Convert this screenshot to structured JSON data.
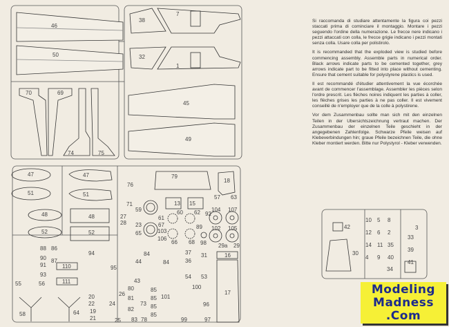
{
  "document": {
    "type": "model kit instruction sheet",
    "instructions": {
      "italian": "Si raccomanda di studiare attentamente la figura coi pezzi staccati prima di cominciare il montaggio. Montare i pezzi seguendo l'ordine della numerazione. Le frecce nere indicano i pezzi attaccati con colla, le frecce grigie indicano i pezzi montati senza colla. Usare colla per polistirolo.",
      "english": "It is recommanded that the exploded view is studied before commencing assembly. Assemble parts in numerical order. Black arrows indicate parts to be cemented together, grey arrows indicate part to be fitted into place without cementing. Ensure that cement suitable for polystyrene plastics is used.",
      "french": "Il est recommandé d'étudier attentivement la vue écorchée avant de commencer l'assemblage. Assembler les pièces selon l'ordre prescrit. Les flèches noires indiquent les parties à coller, les flèches grises les parties à ne pas coller. Il est vivement conseillé de n'employer que de la colle à polystirene.",
      "german": "Vor dem Zusammenbau sollte man sich mit den einzelnen Teilen in der Ubersichtszeichnung vertraut machen. Der Zusammenbau der einzelnen Teile geschieht in der angegebenen Zahlenfolge. Schwarze Pfeile weisen auf Klebeverbindungen hin; graue Pfeile bezeichnen Teile, die ohne Kleber montiert werden. Bitte nur Polystyrol - Kleber verwenden."
    },
    "watermark": {
      "line1": "Modeling",
      "line2": "Madness",
      "line3": ".Com",
      "bg_color": "#f6f036",
      "text_color": "#1c2a8c"
    },
    "part_labels": {
      "p46": "46",
      "p50": "50",
      "p70": "70",
      "p69": "69",
      "p74": "74",
      "p75": "75",
      "p38": "38",
      "p7": "7",
      "p32": "32",
      "p1": "1",
      "p45": "45",
      "p49": "49",
      "p47a": "47",
      "p51a": "51",
      "p48a": "48",
      "p52a": "52",
      "p47b": "47",
      "p51b": "51",
      "p48b": "48",
      "p52b": "52",
      "p76": "76",
      "p71": "71",
      "p79": "79",
      "p18": "18",
      "p13": "13",
      "p15": "15",
      "p57": "57",
      "p63": "63",
      "p59": "59",
      "p27": "27",
      "p28": "28",
      "p23": "23",
      "p65": "65",
      "p61": "61",
      "p67": "67",
      "p103": "103",
      "p106": "106",
      "p60": "60",
      "p62": "62",
      "p92": "92",
      "p89": "89",
      "p66": "66",
      "p68": "68",
      "p98": "98",
      "p104": "104",
      "p107": "107",
      "p102": "102",
      "p105": "105",
      "p88": "88",
      "p90": "90",
      "p91": "91",
      "p93": "93",
      "p86": "86",
      "p87": "87",
      "p110": "110",
      "p111": "111",
      "p94": "94",
      "p95": "95",
      "p55": "55",
      "p56": "56",
      "p58": "58",
      "p64": "64",
      "p20": "20",
      "p22": "22",
      "p19": "19",
      "p21": "21",
      "p26": "26",
      "p24": "24",
      "p25": "25",
      "p84a": "84",
      "p84b": "84",
      "p44": "44",
      "p43": "43",
      "p80": "80",
      "p81": "81",
      "p82": "82",
      "p83": "83",
      "p85a": "85",
      "p85b": "85",
      "p85c": "85",
      "p85d": "85",
      "p73": "73",
      "p78": "78",
      "p101": "101",
      "p37": "37",
      "p36": "36",
      "p31": "31",
      "p54": "54",
      "p53": "53",
      "p100": "100",
      "p96": "96",
      "p99": "99",
      "p97": "97",
      "p29a": "29a",
      "p29": "29",
      "p16": "16",
      "p17": "17",
      "p42": "42",
      "p30": "30",
      "p10": "10",
      "p5": "5",
      "p8": "8",
      "p3": "3",
      "p12": "12",
      "p6": "6",
      "p2": "2",
      "p33": "33",
      "p14": "14",
      "p11": "11",
      "p35": "35",
      "p39": "39",
      "p4": "4",
      "p9": "9",
      "p40": "40",
      "p41": "41",
      "p34": "34"
    }
  }
}
